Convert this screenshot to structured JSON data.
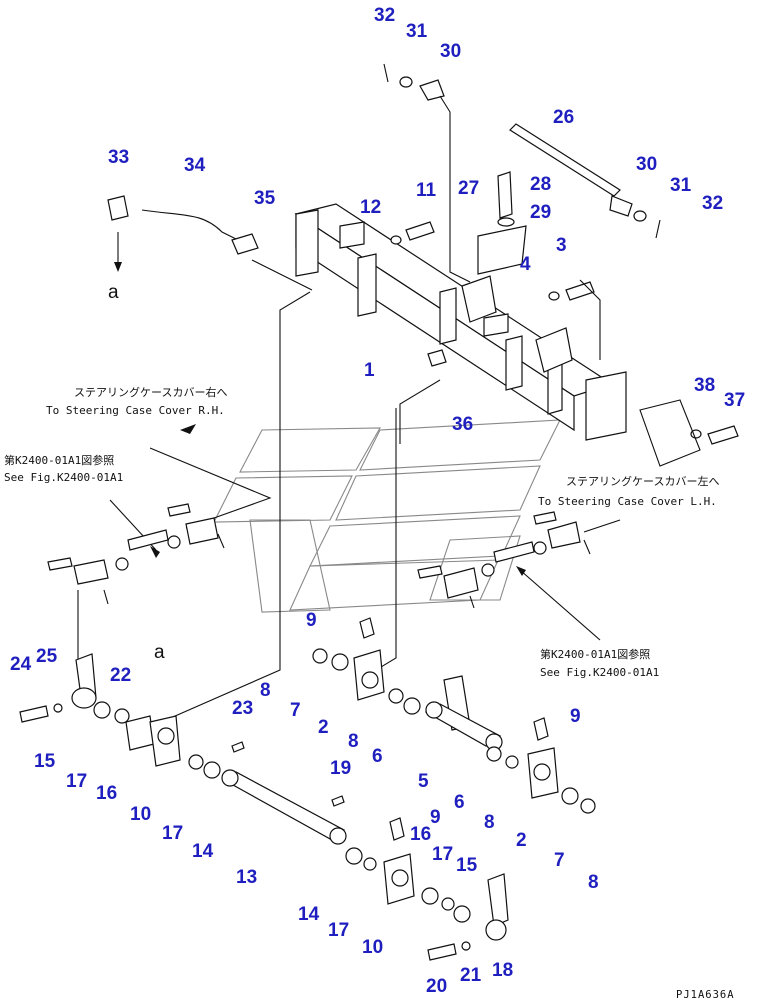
{
  "diagram": {
    "title_code": "PJ1A636A",
    "callouts": [
      "1",
      "2",
      "3",
      "5",
      "6",
      "7",
      "8",
      "9",
      "10",
      "11",
      "12",
      "13",
      "14",
      "15",
      "16",
      "17",
      "18",
      "19",
      "20",
      "21",
      "22",
      "23",
      "24",
      "25",
      "26",
      "27",
      "28",
      "29",
      "30",
      "31",
      "32",
      "33",
      "34",
      "35",
      "36",
      "37",
      "38"
    ],
    "connector_labels": [
      "a",
      "a"
    ],
    "notes": {
      "right_cover_jp": "ステアリングケースカバー右へ",
      "right_cover_en": "To Steering Case Cover R.H.",
      "left_cover_jp": "ステアリングケースカバー左へ",
      "left_cover_en": "To Steering Case Cover L.H.",
      "fig_ref_left_jp": "第K2400-01A1図参照",
      "fig_ref_left_en": "See Fig.K2400-01A1",
      "fig_ref_right_jp": "第K2400-01A1図参照",
      "fig_ref_right_en": "See Fig.K2400-01A1"
    },
    "labels": {
      "n1": "1",
      "n2a": "2",
      "n2b": "2",
      "n3": "3",
      "n4": "4",
      "n5": "5",
      "n6a": "6",
      "n6b": "6",
      "n7a": "7",
      "n7b": "7",
      "n8a": "8",
      "n8b": "8",
      "n8c": "8",
      "n8d": "8",
      "n9a": "9",
      "n9b": "9",
      "n9c": "9",
      "n10a": "10",
      "n10b": "10",
      "n11": "11",
      "n12": "12",
      "n13": "13",
      "n14a": "14",
      "n14b": "14",
      "n15a": "15",
      "n15b": "15",
      "n16a": "16",
      "n16b": "16",
      "n17a": "17",
      "n17b": "17",
      "n17c": "17",
      "n17d": "17",
      "n18": "18",
      "n19": "19",
      "n20": "20",
      "n21": "21",
      "n22": "22",
      "n23": "23",
      "n24": "24",
      "n25": "25",
      "n26": "26",
      "n27": "27",
      "n28": "28",
      "n29": "29",
      "n30a": "30",
      "n30b": "30",
      "n31a": "31",
      "n31b": "31",
      "n32a": "32",
      "n32b": "32",
      "n33": "33",
      "n34": "34",
      "n35": "35",
      "n36": "36",
      "n37": "37",
      "n38": "38",
      "a_top": "a",
      "a_bottom": "a"
    }
  }
}
